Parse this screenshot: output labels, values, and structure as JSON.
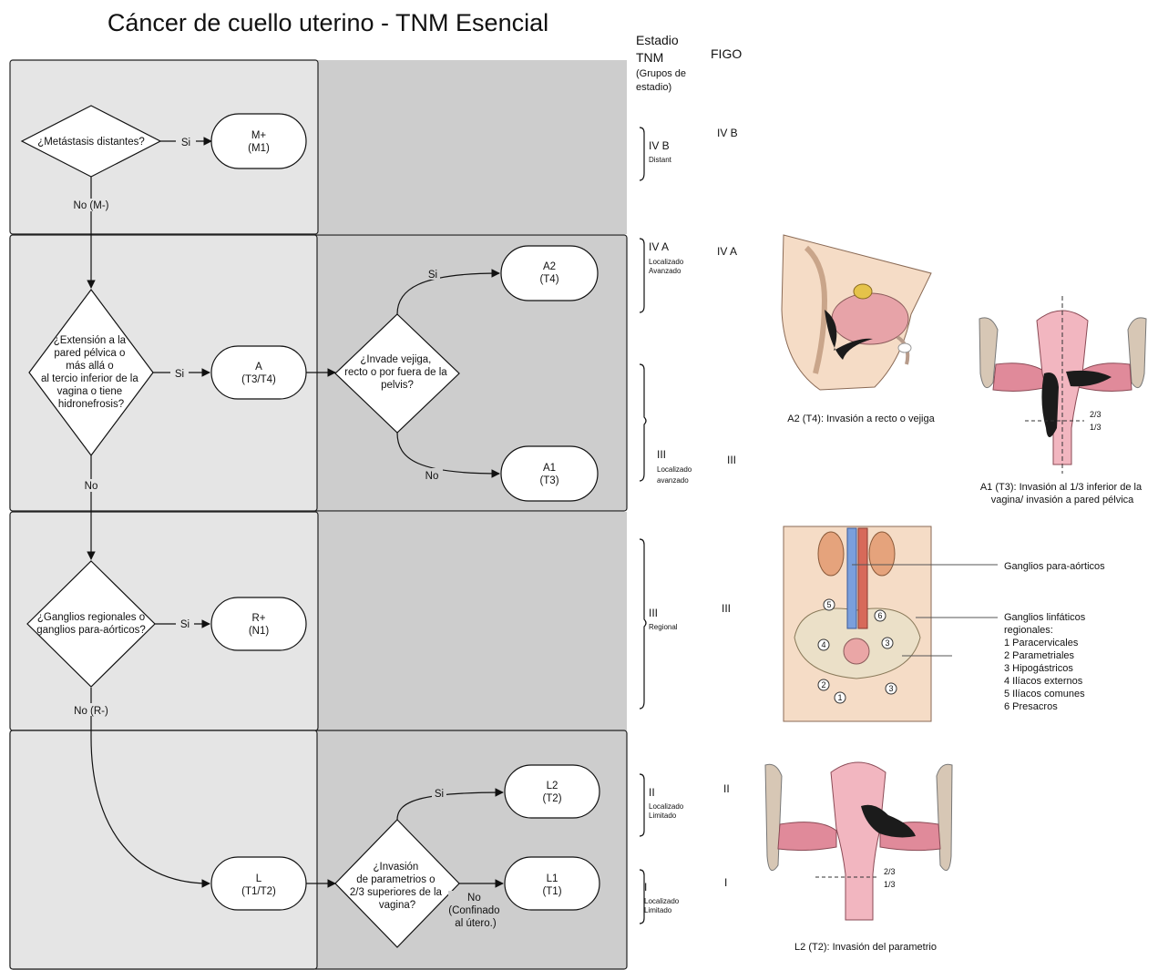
{
  "title": "Cáncer de cuello uterino - TNM Esencial",
  "header": {
    "estadio_lines": [
      "Estadio",
      "TNM"
    ],
    "grupos_lines": [
      "(Grupos de",
      "estadio)"
    ],
    "figo": "FIGO"
  },
  "nodes": {
    "q_metastasis": [
      "¿Metástasis distantes?"
    ],
    "m_plus": [
      "M+",
      "(M1)"
    ],
    "q_extension": [
      "¿Extensión a la",
      "pared  pélvica o",
      "más allá o",
      "al tercio inferior de la",
      "vagina o tiene",
      "hidronefrosis?"
    ],
    "a": [
      "A",
      "(T3/T4)"
    ],
    "q_invade": [
      "¿Invade vejiga,",
      "recto o  por fuera  de la",
      "pelvis?"
    ],
    "a2": [
      "A2",
      "(T4)"
    ],
    "a1": [
      "A1",
      "(T3)"
    ],
    "q_ganglios": [
      "¿Ganglios regionales o",
      "ganglios para-aórticos?"
    ],
    "r_plus": [
      "R+",
      "(N1)"
    ],
    "l": [
      "L",
      "(T1/T2)"
    ],
    "q_invasion": [
      "¿Invasión",
      "de parametrios o",
      "2/3 superiores de la",
      "vagina?"
    ],
    "l2": [
      "L2",
      "(T2)"
    ],
    "l1": [
      "L1",
      "(T1)"
    ]
  },
  "edges": {
    "si": "Si",
    "no_m": "No (M-)",
    "no": "No",
    "no_r": "No (R-)",
    "no_confinado": [
      "No",
      "(Confinado",
      "al útero.)"
    ]
  },
  "stages": {
    "ivb": {
      "label": "IV B",
      "sub": [
        "Distant"
      ],
      "figo": "IV B"
    },
    "iva": {
      "label": "IV A",
      "sub": [
        "Localizado",
        "Avanzado"
      ],
      "figo": "IV A"
    },
    "iii_loc": {
      "label": "III",
      "sub": [
        "Localizado",
        "avanzado"
      ],
      "figo": "III"
    },
    "iii_reg": {
      "label": "III",
      "sub": [
        "Regional"
      ],
      "figo": "III"
    },
    "ii": {
      "label": "II",
      "sub": [
        "Localizado",
        "Limitado"
      ],
      "figo": "II"
    },
    "i": {
      "label": "I",
      "sub": [
        "Localizado",
        "Limitado"
      ],
      "figo": "I"
    }
  },
  "captions": {
    "a2": "A2 (T4): Invasión a recto o vejiga",
    "a1": [
      "A1 (T3): Invasión al 1/3 inferior de la",
      "vagina/ invasión a pared pélvica"
    ],
    "l2": "L2 (T2): Invasión del parametrio",
    "para_aorticos": "Ganglios para-aórticos",
    "ganglios_list": [
      "Ganglios linfáticos",
      "regionales:",
      "1 Paracervicales",
      "2 Parametriales",
      "3 Hipogástricos",
      "4 Ilíacos externos",
      "5 Ilíacos comunes",
      "6 Presacros"
    ],
    "fraction_top": "2/3",
    "fraction_bottom": "1/3",
    "node_numbers": [
      "1",
      "2",
      "3",
      "4",
      "5",
      "6"
    ]
  }
}
